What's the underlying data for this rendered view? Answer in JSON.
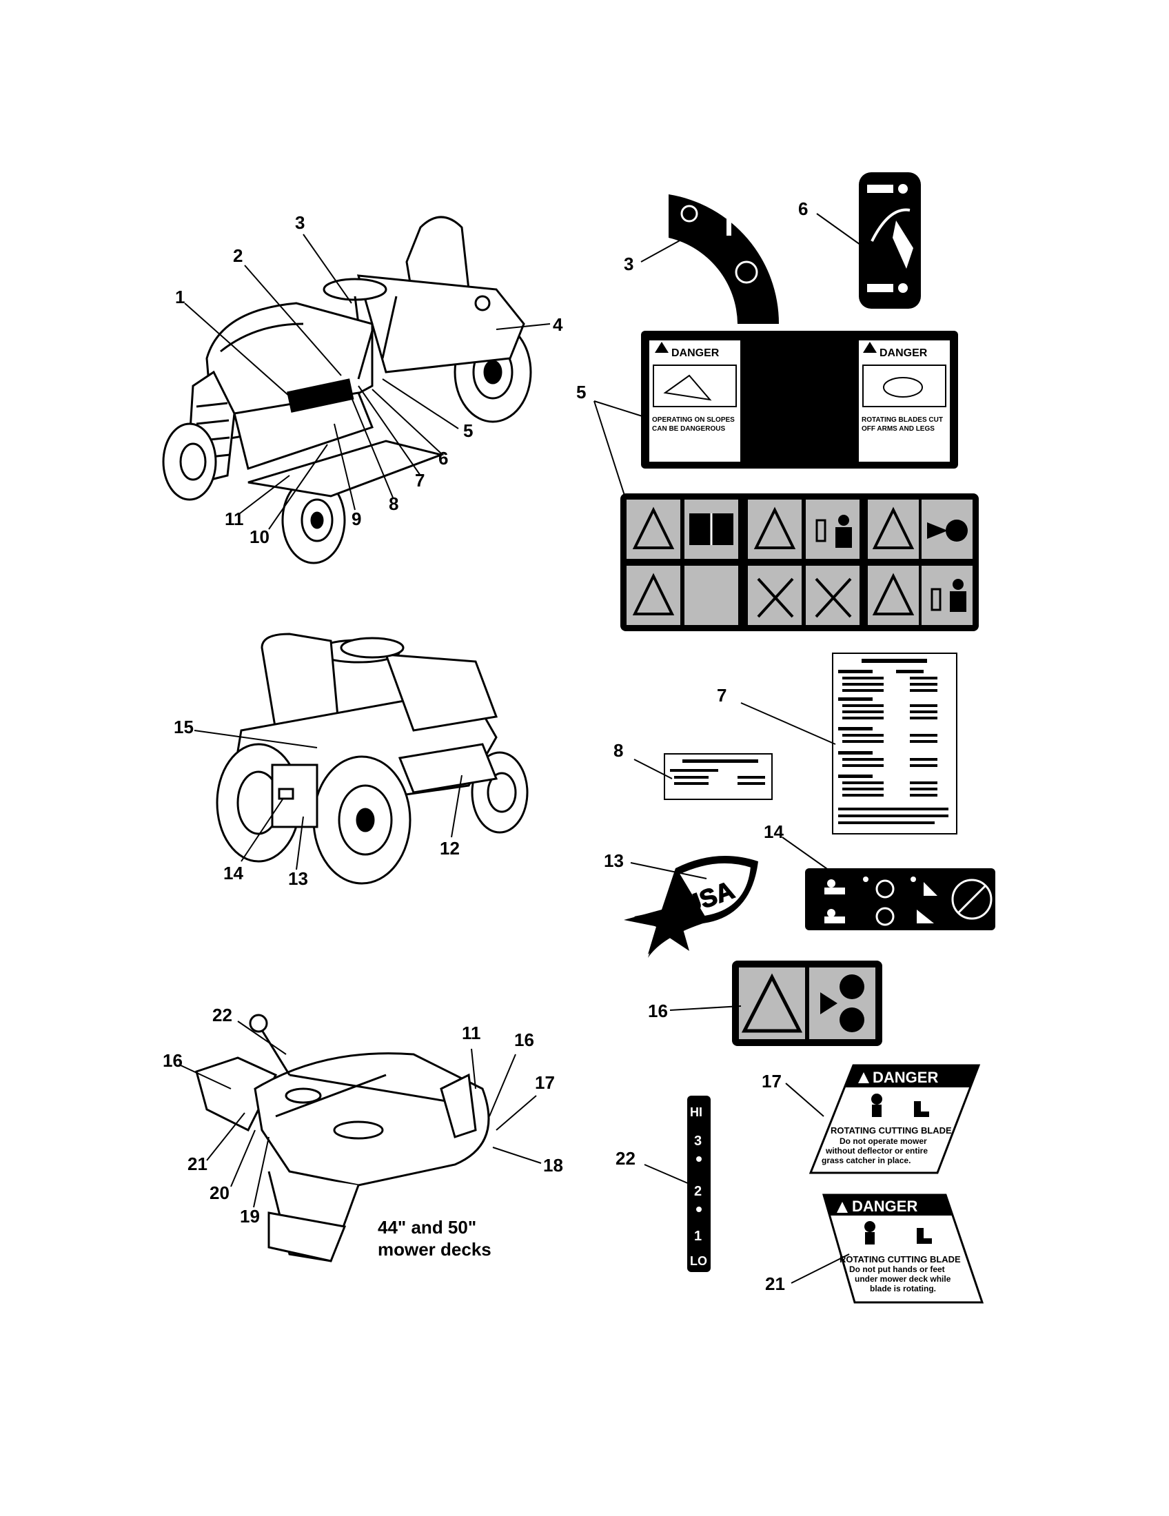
{
  "callouts": {
    "c1": "1",
    "c2": "2",
    "c3": "3",
    "c4": "4",
    "c5": "5",
    "c6": "6",
    "c7": "7",
    "c8": "8",
    "c9": "9",
    "c10": "10",
    "c11": "11",
    "c12": "12",
    "c13": "13",
    "c14": "14",
    "c15": "15",
    "c16": "16",
    "c17": "17",
    "c18": "18",
    "c19": "19",
    "c20": "20",
    "c21": "21",
    "c22": "22",
    "r3": "3",
    "r6": "6",
    "r5": "5",
    "r7": "7",
    "r8": "8",
    "r13": "13",
    "r14": "14",
    "r16": "16",
    "r17": "17",
    "r21": "21",
    "r22": "22",
    "d11": "11",
    "d16a": "16",
    "d16b": "16",
    "d17": "17",
    "d18": "18",
    "d19": "19",
    "d20": "20",
    "d21": "21",
    "d22": "22"
  },
  "deck_caption": {
    "line1": "44\" and 50\"",
    "line2": "mower decks"
  },
  "decal5": {
    "left_header": "DANGER",
    "left_line1": "OPERATING ON SLOPES",
    "left_line2": "CAN BE DANGEROUS",
    "right_header": "DANGER",
    "right_line1": "ROTATING BLADES CUT",
    "right_line2": "OFF ARMS AND LEGS"
  },
  "decal17": {
    "header": "DANGER",
    "line1": "ROTATING CUTTING BLADE",
    "line2": "Do not operate mower",
    "line3": "without deflector or entire",
    "line4": "grass catcher in place."
  },
  "decal21": {
    "header": "DANGER",
    "line1": "ROTATING CUTTING BLADE",
    "line2": "Do not put hands or feet",
    "line3": "under mower deck while",
    "line4": "blade is rotating."
  },
  "decal22": {
    "hi": "HI",
    "n3": "3",
    "n2": "2",
    "n1": "1",
    "lo": "LO"
  },
  "decal13": {
    "text": "USA"
  },
  "decal3": {
    "o": "O",
    "i": "I"
  }
}
